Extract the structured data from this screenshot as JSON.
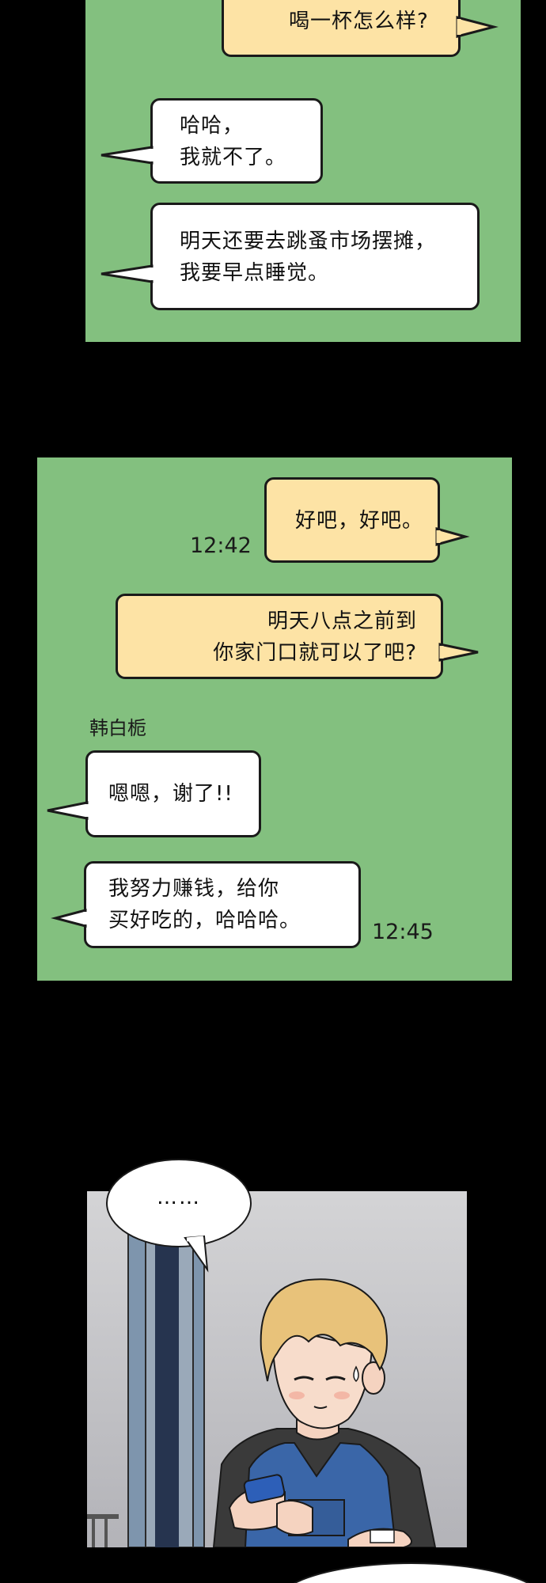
{
  "panel1": {
    "bubbles": [
      {
        "text": "喝一杯怎么样?"
      },
      {
        "text": "哈哈，\n我就不了。"
      },
      {
        "text": "明天还要去跳蚤市场摆摊，\n我要早点睡觉。"
      }
    ]
  },
  "panel2": {
    "bubbles": [
      {
        "text": "好吧，好吧。",
        "time": "12:42"
      },
      {
        "text": "明天八点之前到\n你家门口就可以了吧?"
      },
      {
        "text": "嗯嗯，谢了!!"
      },
      {
        "text": "我努力赚钱，给你\n买好吃的，哈哈哈。",
        "time": "12:45"
      }
    ],
    "sender_name": "韩白栀"
  },
  "panel3": {
    "speech_text": "……"
  },
  "colors": {
    "background": "#000000",
    "chat_panel": "#83c07f",
    "bubble_sent": "#fde3a5",
    "bubble_received": "#ffffff",
    "outline": "#1a1a1a"
  }
}
